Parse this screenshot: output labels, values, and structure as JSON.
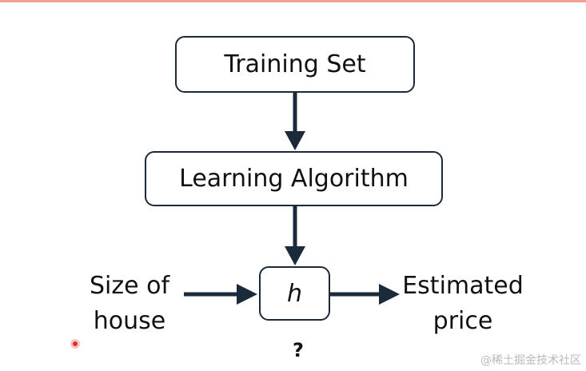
{
  "diagram": {
    "nodes": {
      "training_set": "Training Set",
      "learning_algorithm": "Learning Algorithm",
      "hypothesis": "h"
    },
    "input_label": {
      "line1": "Size of",
      "line2": "house"
    },
    "output_label": {
      "line1": "Estimated",
      "line2": "price"
    },
    "question_mark": "?",
    "edges": [
      {
        "from": "Training Set",
        "to": "Learning Algorithm"
      },
      {
        "from": "Learning Algorithm",
        "to": "h"
      },
      {
        "from": "Size of house",
        "to": "h"
      },
      {
        "from": "h",
        "to": "Estimated price"
      }
    ]
  },
  "watermark": "@稀土掘金技术社区",
  "colors": {
    "arrow": "#1b2a3a",
    "box_border": "#1b2a3a",
    "top_strip": "#f2a08f",
    "pointer_dot": "#e0302a"
  }
}
